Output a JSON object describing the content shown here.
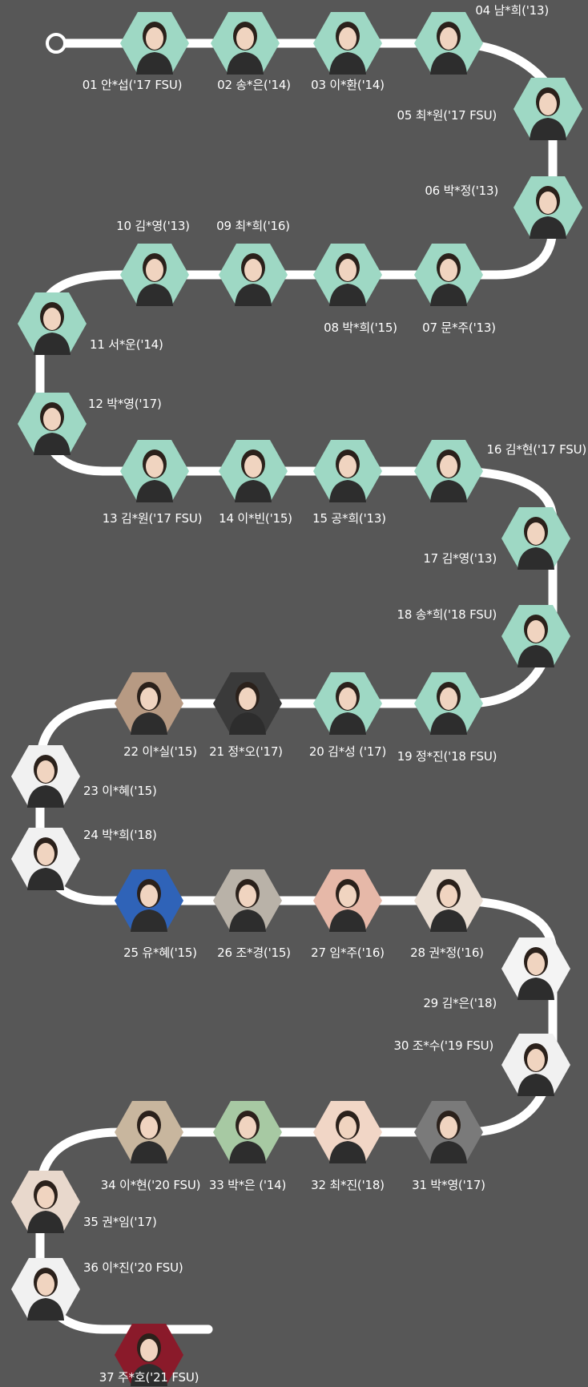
{
  "colors": {
    "background": "#575757",
    "track": "#ffffff",
    "hexagon": "#9ed8c4",
    "text": "#ffffff"
  },
  "photo_icon": "person-photo-icon",
  "students": [
    {
      "no": "01",
      "name": "안*섭('17 FSU)",
      "photo_bg": "#9ed8c4"
    },
    {
      "no": "02",
      "name": "송*은('14)",
      "photo_bg": "#9ed8c4"
    },
    {
      "no": "03",
      "name": "이*환('14)",
      "photo_bg": "#9ed8c4"
    },
    {
      "no": "04",
      "name": "남*희('13)",
      "photo_bg": "#9ed8c4"
    },
    {
      "no": "05",
      "name": "최*원('17 FSU)",
      "photo_bg": "#9ed8c4"
    },
    {
      "no": "06",
      "name": "박*정('13)",
      "photo_bg": "#9ed8c4"
    },
    {
      "no": "07",
      "name": "문*주('13)",
      "photo_bg": "#9ed8c4"
    },
    {
      "no": "08",
      "name": "박*희('15)",
      "photo_bg": "#9ed8c4"
    },
    {
      "no": "09",
      "name": "최*희('16)",
      "photo_bg": "#9ed8c4"
    },
    {
      "no": "10",
      "name": "김*영('13)",
      "photo_bg": "#9ed8c4"
    },
    {
      "no": "11",
      "name": "서*운('14)",
      "photo_bg": "#9ed8c4"
    },
    {
      "no": "12",
      "name": "박*영('17)",
      "photo_bg": "#9ed8c4"
    },
    {
      "no": "13",
      "name": "김*원('17 FSU)",
      "photo_bg": "#9ed8c4"
    },
    {
      "no": "14",
      "name": "이*빈('15)",
      "photo_bg": "#9ed8c4"
    },
    {
      "no": "15",
      "name": "공*희('13)",
      "photo_bg": "#9ed8c4"
    },
    {
      "no": "16",
      "name": "김*현('17 FSU)",
      "photo_bg": "#9ed8c4"
    },
    {
      "no": "17",
      "name": "김*영('13)",
      "photo_bg": "#9ed8c4"
    },
    {
      "no": "18",
      "name": "송*희('18 FSU)",
      "photo_bg": "#9ed8c4"
    },
    {
      "no": "19",
      "name": "정*진('18 FSU)",
      "photo_bg": "#9ed8c4"
    },
    {
      "no": "20",
      "name": "김*성 ('17)",
      "photo_bg": "#9ed8c4"
    },
    {
      "no": "21",
      "name": "정*오('17)",
      "photo_bg": "#3a3a3a"
    },
    {
      "no": "22",
      "name": "이*실('15)",
      "photo_bg": "#b79a83"
    },
    {
      "no": "23",
      "name": "이*혜('15)",
      "photo_bg": "#f1f1f1"
    },
    {
      "no": "24",
      "name": "박*희('18)",
      "photo_bg": "#f1f1f1"
    },
    {
      "no": "25",
      "name": "유*혜('15)",
      "photo_bg": "#2f63b8"
    },
    {
      "no": "26",
      "name": "조*경('15)",
      "photo_bg": "#b9b2a8"
    },
    {
      "no": "27",
      "name": "임*주('16)",
      "photo_bg": "#e6b8a8"
    },
    {
      "no": "28",
      "name": "권*정('16)",
      "photo_bg": "#e9ddd2"
    },
    {
      "no": "29",
      "name": "김*은('18)",
      "photo_bg": "#f4f4f4"
    },
    {
      "no": "30",
      "name": "조*수('19 FSU)",
      "photo_bg": "#f1f1f1"
    },
    {
      "no": "31",
      "name": "박*영('17)",
      "photo_bg": "#7a7a7a"
    },
    {
      "no": "32",
      "name": "최*진('18)",
      "photo_bg": "#f1d6c6"
    },
    {
      "no": "33",
      "name": "박*은 ('14)",
      "photo_bg": "#a7c9a3"
    },
    {
      "no": "34",
      "name": "이*현('20 FSU)",
      "photo_bg": "#c8b69e"
    },
    {
      "no": "35",
      "name": "권*임('17)",
      "photo_bg": "#e8d8cc"
    },
    {
      "no": "36",
      "name": "이*진('20 FSU)",
      "photo_bg": "#f1f1f1"
    },
    {
      "no": "37",
      "name": "주*호('21 FSU)",
      "photo_bg": "#8a1a2a"
    }
  ]
}
